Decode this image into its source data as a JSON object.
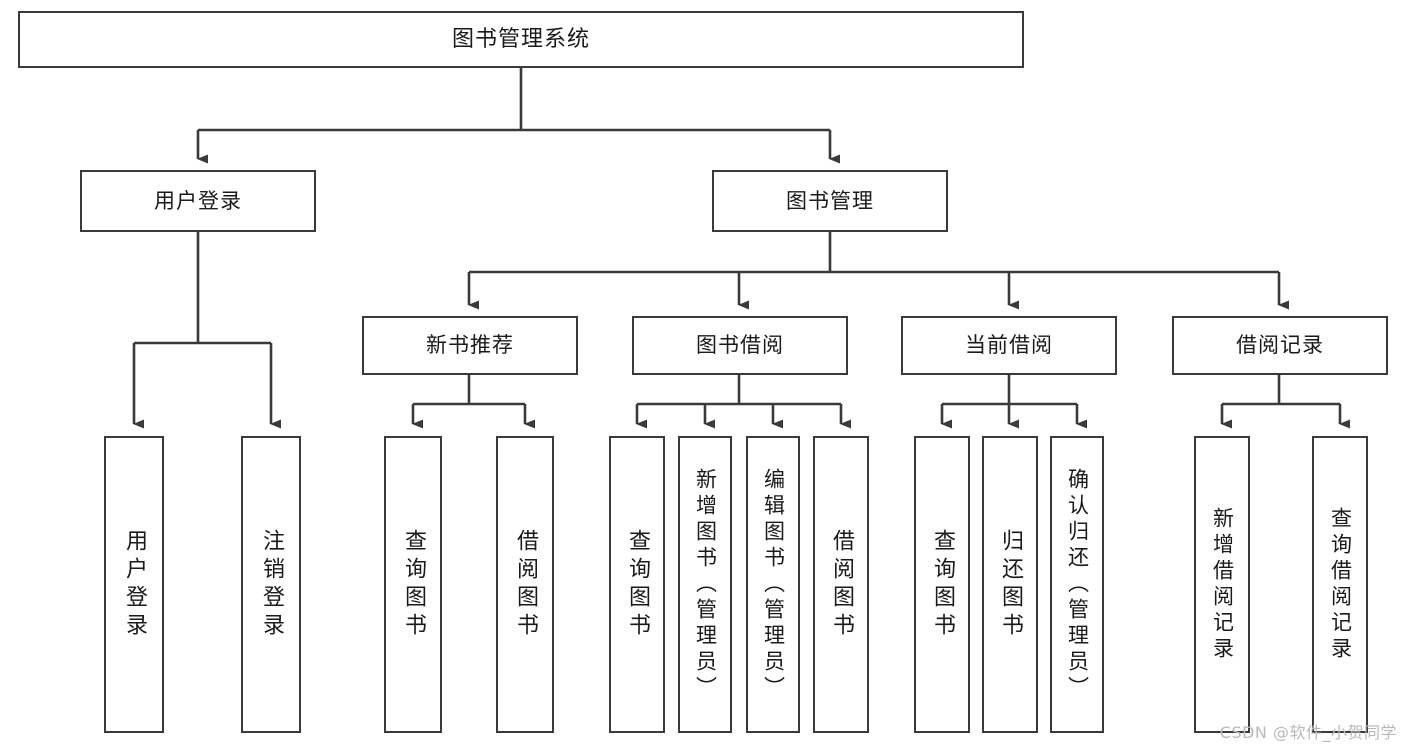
{
  "diagram": {
    "title": "图书管理系统",
    "type": "tree-hierarchy-diagram",
    "root": {
      "label": "图书管理系统"
    },
    "level2": [
      {
        "label": "用户登录"
      },
      {
        "label": "图书管理"
      }
    ],
    "level3": [
      {
        "label": "新书推荐"
      },
      {
        "label": "图书借阅"
      },
      {
        "label": "当前借阅"
      },
      {
        "label": "借阅记录"
      }
    ],
    "leaves_user_login": [
      {
        "label": "用户登录"
      },
      {
        "label": "注销登录"
      }
    ],
    "leaves_new_book": [
      {
        "label": "查询图书"
      },
      {
        "label": "借阅图书"
      }
    ],
    "leaves_borrow": [
      {
        "label": "查询图书"
      },
      {
        "label": "新增图书（管理员）"
      },
      {
        "label": "编辑图书（管理员）"
      },
      {
        "label": "借阅图书"
      }
    ],
    "leaves_current": [
      {
        "label": "查询图书"
      },
      {
        "label": "归还图书"
      },
      {
        "label": "确认归还（管理员）"
      }
    ],
    "leaves_records": [
      {
        "label": "新增借阅记录"
      },
      {
        "label": "查询借阅记录"
      }
    ]
  },
  "watermark": {
    "text": "CSDN @软件_小贺同学"
  },
  "colors": {
    "border": "#3a3a3a",
    "text": "#1a1a1a",
    "background": "#ffffff",
    "watermark": "#b9b9b9"
  }
}
